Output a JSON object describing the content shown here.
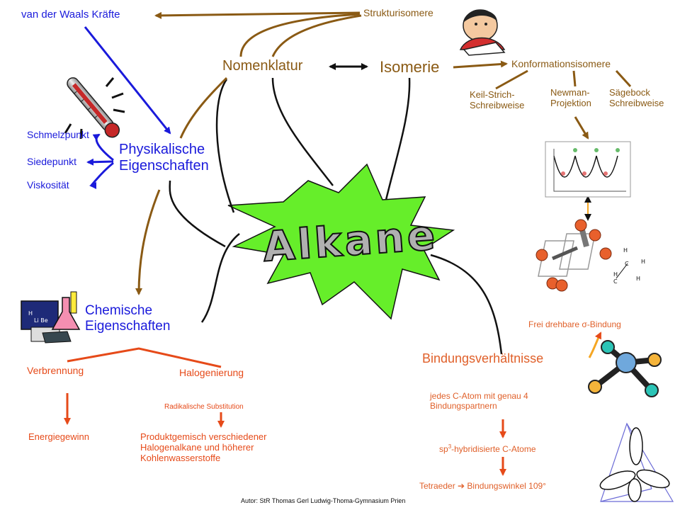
{
  "center": {
    "title": "Alkane"
  },
  "nodes": {
    "nomenklatur": "Nomenklatur",
    "isomerie": "Isomerie",
    "strukturisomere": "Strukturisomere",
    "konformationsisomere": "Konformationsisomere",
    "keil_strich": "Keil-Strich-\nSchreibweise",
    "newman": "Newman-\nProjektion",
    "saegebock": "Sägebock\nSchreibweise",
    "vdw": "van der Waals Kräfte",
    "phys": "Physikalische\nEigenschaften",
    "schmelzpunkt": "Schmelzpunkt",
    "siedepunkt": "Siedepunkt",
    "viskositaet": "Viskosität",
    "chem": "Chemische\nEigenschaften",
    "verbrennung": "Verbrennung",
    "halogenierung": "Halogenierung",
    "radikalische": "Radikalische   Substitution",
    "energiegewinn": "Energiegewinn",
    "produktgemisch": "Produktgemisch verschiedener\nHalogenalkane und höherer\nKohlenwasserstoffe",
    "bindung": "Bindungsverhältnisse",
    "jedes_c": "jedes C-Atom mit genau 4\nBindungspartnern",
    "sp3_pre": "sp",
    "sp3_sup": "3",
    "sp3_post": "-hybridisierte C-Atome",
    "tetraeder_a": "Tetraeder ",
    "tetraeder_arrow": "➔",
    "tetraeder_b": " Bindungswinkel 109°",
    "frei": "Frei drehbare σ-Bindung",
    "autor": "Autor: StR Thomas Gerl Ludwig-Thoma-Gymnasium Prien"
  },
  "colors": {
    "blue": "#1a1adb",
    "brown": "#8a5a14",
    "orange": "#e64a19",
    "star": "#66ee2a",
    "black": "#111111"
  },
  "icons": {
    "thermometer": "thermometer-icon",
    "student": "student-reading-icon",
    "lab": "lab-flask-icon",
    "energy_plot": "energy-diagram-icon",
    "molecule": "molecule-model-icon",
    "ball_model": "ball-stick-icon",
    "orbitals": "tetrahedral-orbital-icon"
  }
}
